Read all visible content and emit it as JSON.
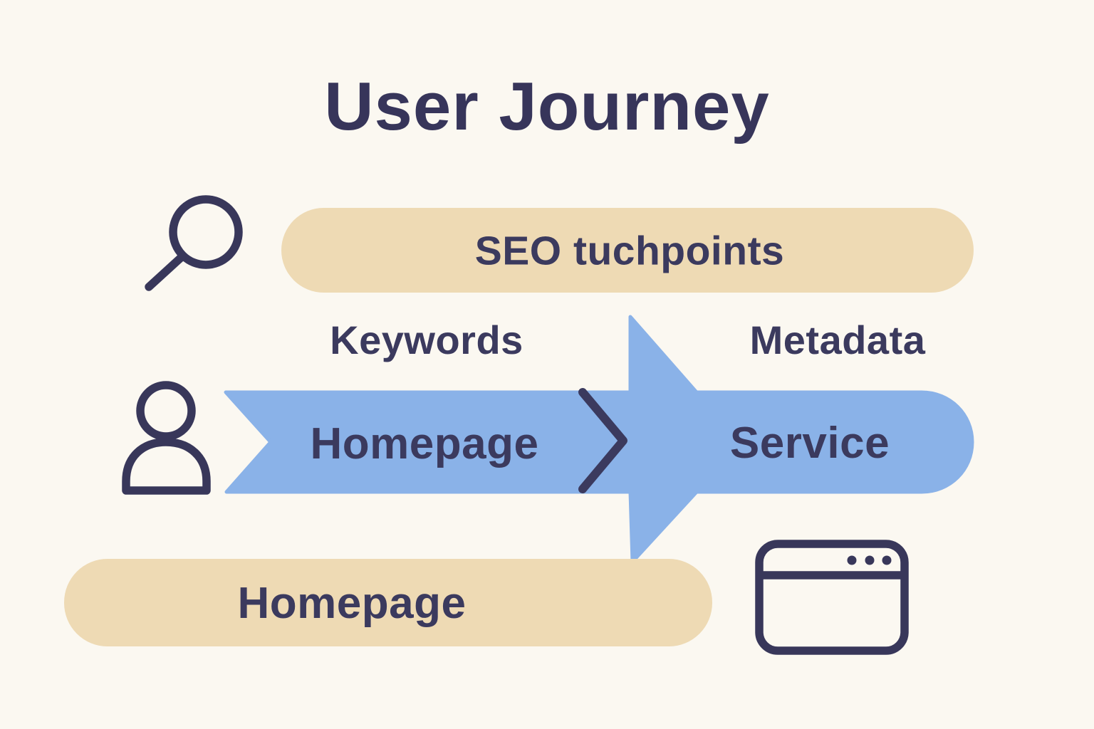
{
  "title": "User Journey",
  "colors": {
    "background": "#fbf8f1",
    "ink_navy": "#3b3a5e",
    "arrow_blue": "#8ab2e8",
    "pill_tan": "#eedab4"
  },
  "flow": {
    "seo_pill_label": "SEO tuchpoints",
    "keywords_label": "Keywords",
    "metadata_label": "Metadata",
    "stages": [
      {
        "label": "Homepage"
      },
      {
        "label": "Service"
      }
    ],
    "bottom_pill_label": "Homepage"
  },
  "icons": {
    "search": "search-icon",
    "user": "user-icon",
    "chevron": "chevron-right-icon",
    "browser": "browser-window-icon"
  }
}
